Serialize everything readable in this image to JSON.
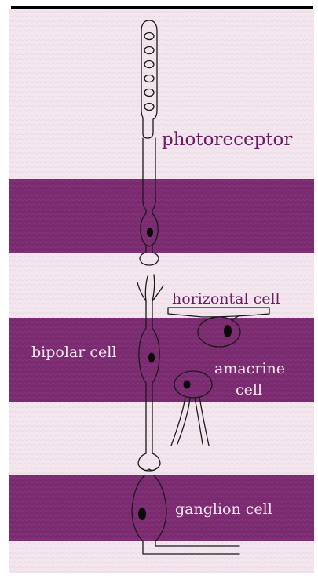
{
  "labels": {
    "photoreceptor": "photoreceptor",
    "horizontal": "horizontal cell",
    "bipolar": "bipolar cell",
    "amacrine_line1": "amacrine",
    "amacrine_line2": "cell",
    "ganglion": "ganglion cell"
  },
  "colors": {
    "background": "#f3e6ee",
    "band": "#7a2a6e",
    "dark_label": "#6a1f63",
    "light_label": "#f4e4ef",
    "cell_outline": "#1a1a1a",
    "nucleus": "#0a0a0a"
  }
}
